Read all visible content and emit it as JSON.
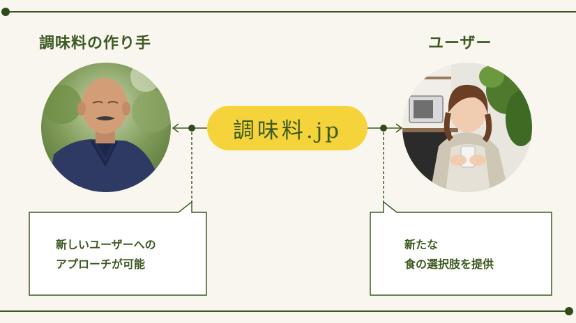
{
  "producer": {
    "title": "調味料の作り手",
    "benefit_lines": [
      "新しいユーザーへの",
      "アプローチが可能"
    ]
  },
  "user": {
    "title": "ユーザー",
    "benefit_lines": [
      "新たな",
      "食の選択肢を提供"
    ]
  },
  "platform": {
    "name": "調味料.jp"
  },
  "colors": {
    "background": "#f9f6ef",
    "accent_green": "#3d5a22",
    "pill_yellow": "#f5d33a"
  }
}
